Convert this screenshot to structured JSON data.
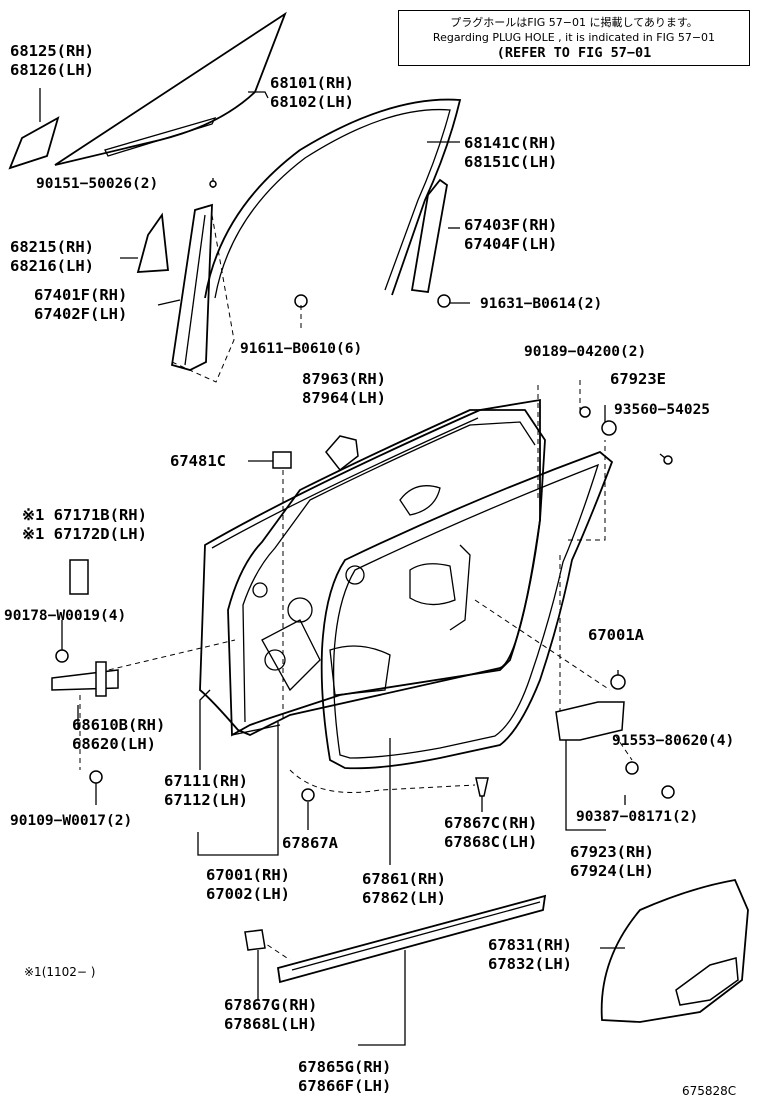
{
  "note": {
    "line1": "プラグホールはFIG 57−01 に掲載してあります。",
    "line2": "Regarding PLUG HOLE , it is indicated in FIG 57−01",
    "line3": "(REFER TO FIG 57−01"
  },
  "labels": {
    "p68125": [
      "68125(RH)",
      "68126(LH)"
    ],
    "p68101": [
      "68101(RH)",
      "68102(LH)"
    ],
    "p68141": [
      "68141C(RH)",
      "68151C(LH)"
    ],
    "p90151": "90151−50026(2)",
    "p67403": [
      "67403F(RH)",
      "67404F(LH)"
    ],
    "p68215": [
      "68215(RH)",
      "68216(LH)"
    ],
    "p67401": [
      "67401F(RH)",
      "67402F(LH)"
    ],
    "p91631": "91631−B0614(2)",
    "p91611": "91611−B0610(6)",
    "p90189": "90189−04200(2)",
    "p87963": [
      "87963(RH)",
      "87964(LH)"
    ],
    "p67923E": "67923E",
    "p93560": "93560−54025",
    "p67481": "67481C",
    "p67171": [
      "※1 67171B(RH)",
      "※1 67172D(LH)"
    ],
    "p90178": "90178−W0019(4)",
    "p67001A": "67001A",
    "p68610": [
      "68610B(RH)",
      "68620(LH)"
    ],
    "p91553": "91553−80620(4)",
    "p67111": [
      "67111(RH)",
      "67112(LH)"
    ],
    "p90109": "90109−W0017(2)",
    "p67867A": "67867A",
    "p67867C": [
      "67867C(RH)",
      "67868C(LH)"
    ],
    "p90387": "90387−08171(2)",
    "p67923": [
      "67923(RH)",
      "67924(LH)"
    ],
    "p67001": [
      "67001(RH)",
      "67002(LH)"
    ],
    "p67861": [
      "67861(RH)",
      "67862(LH)"
    ],
    "p67831": [
      "67831(RH)",
      "67832(LH)"
    ],
    "p67867G": [
      "67867G(RH)",
      "67868L(LH)"
    ],
    "p67865": [
      "67865G(RH)",
      "67866F(LH)"
    ]
  },
  "footnote": "※1(1102−     )",
  "figure_code": "675828C"
}
